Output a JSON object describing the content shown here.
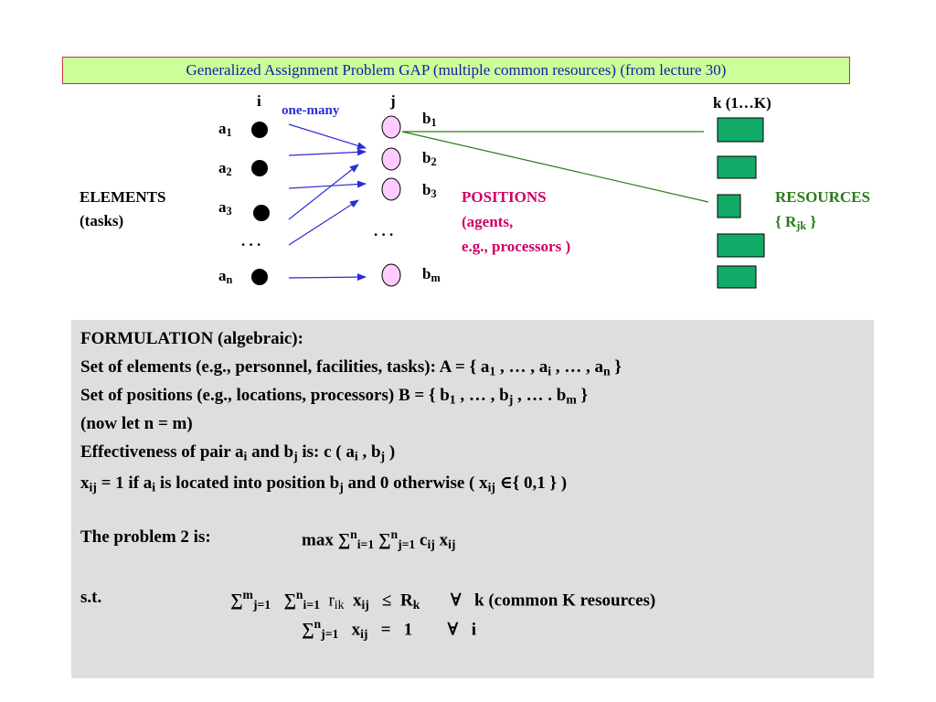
{
  "title": "Generalized Assignment Problem GAP (multiple common resources) (from lecture 30)",
  "diagram": {
    "col_i": "i",
    "col_j": "j",
    "col_k": "k (1…K)",
    "one_many": "one-many",
    "elements_line1": "ELEMENTS",
    "elements_line2": "(tasks)",
    "positions_line1": "POSITIONS",
    "positions_line2": "(agents,",
    "positions_line3": "e.g.,  processors )",
    "resources_line1": "RESOURCES",
    "resources_line2_pre": "{ R",
    "resources_line2_sub": "jk",
    "resources_line2_post": " }",
    "ellipsis": ". . .",
    "a_letter": "a",
    "b_letter": "b",
    "a_subs": [
      "1",
      "2",
      "3",
      "n"
    ],
    "b_subs": [
      "1",
      "2",
      "3",
      "m"
    ],
    "colors": {
      "title_bg": "#ccff99",
      "title_text": "#1a1aa6",
      "arrow": "#2b2bd9",
      "pink": "#cc0066",
      "green": "#2a7a1a",
      "resource_fill": "#11aa66"
    }
  },
  "formulation": {
    "heading": "FORMULATION (algebraic):",
    "l1": {
      "text": "Set of elements (e.g., personnel, facilities, tasks):  A = { a",
      "s1": "1",
      "t2": " , … , a",
      "s2": "i",
      "t3": " , … , a",
      "s3": "n",
      "t4": " }"
    },
    "l2": {
      "text": "Set of positions (e.g., locations, processors)  B = { b",
      "s1": "1",
      "t2": " , … , b",
      "s2": "j",
      "t3": " , … . b",
      "s3": "m",
      "t4": " }"
    },
    "l3": "(now let n = m)",
    "l4": {
      "text": "Effectiveness of  pair  a",
      "s1": "i",
      "t2": "  and b",
      "s2": "j",
      "t3": "  is:  c ( a",
      "s3": "i",
      "t4": " , b",
      "s4": "j",
      "t5": " )"
    },
    "l5": {
      "text": "x",
      "s1": "ij",
      "t2": " =   1  if  a",
      "s2": "i",
      "t3": "  is located into position  b",
      "s3": "j",
      "t4": "  and  0  otherwise  ( x",
      "s4": "ij",
      "t5": " ∈{ 0,1 }  )"
    },
    "problem_label": "The problem 2 is:",
    "objective": {
      "max": "max ",
      "sum": "∑",
      "sup1": "n",
      "sub1": "i=1",
      "sup2": "n",
      "sub2": "j=1",
      "c": " c",
      "csub": "ij",
      "x": "  x",
      "xsub": "ij"
    },
    "st_label": "s.t.",
    "c1": {
      "sum": "∑",
      "sup1": "m",
      "sub1": "j=1",
      "sup2": "n",
      "sub2": "i=1",
      "r": "r",
      "rsub": "ik",
      "x": "x",
      "xsub": "ij",
      "leq": "≤",
      "R": "R",
      "Rsub": "k",
      "forall": "∀",
      "tail": "k  (common K resources)"
    },
    "c2": {
      "sum": "∑",
      "sup1": "n",
      "sub1": "j=1",
      "x": "x",
      "xsub": "ij",
      "eq": "=",
      "one": "1",
      "forall": "∀",
      "tail": "i"
    }
  }
}
